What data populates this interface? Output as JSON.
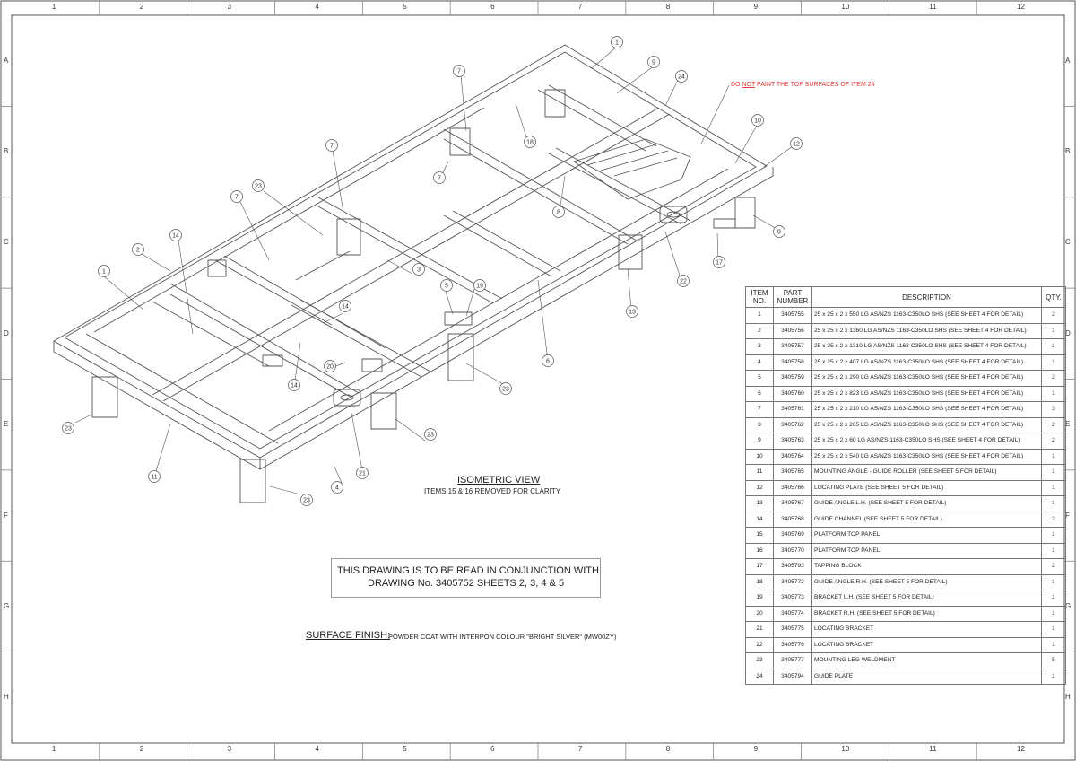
{
  "zones": {
    "columns": [
      "1",
      "2",
      "3",
      "4",
      "5",
      "6",
      "7",
      "8",
      "9",
      "10",
      "11",
      "12"
    ],
    "rows": [
      "A",
      "B",
      "C",
      "D",
      "E",
      "F",
      "G",
      "H"
    ]
  },
  "drawing": {
    "warning_note": "DO NOT PAINT THE TOP SURFACES OF ITEM 24",
    "warning_color": "#e53935",
    "view_title": "ISOMETRIC VIEW",
    "view_subtitle": "ITEMS 15 & 16 REMOVED FOR CLARITY",
    "read_note_line1": "THIS DRAWING IS TO BE READ IN CONJUNCTION WITH",
    "read_note_line2": "DRAWING No. 3405752 SHEETS 2, 3, 4 & 5",
    "surface_finish_label": "SURFACE FINISH:",
    "surface_finish_value": "POWDER COAT WITH INTERPON COLOUR \"BRIGHT SILVER\" (MW00ZY)",
    "balloons": [
      "1",
      "2",
      "3",
      "4",
      "5",
      "6",
      "7",
      "8",
      "9",
      "10",
      "11",
      "12",
      "13",
      "14",
      "17",
      "18",
      "19",
      "20",
      "21",
      "22",
      "23",
      "24"
    ]
  },
  "bom": {
    "headers": {
      "item_line1": "ITEM",
      "item_line2": "NO.",
      "part_line1": "PART",
      "part_line2": "NUMBER",
      "description": "DESCRIPTION",
      "qty": "QTY."
    },
    "rows": [
      {
        "item": "1",
        "part": "3405755",
        "desc": "25 x 25 x 2 x 550 LG AS/NZS 1163-C350LO SHS (SEE SHEET 4 FOR DETAIL)",
        "qty": "2"
      },
      {
        "item": "2",
        "part": "3405756",
        "desc": "25 x 25 x 2 x 1360 LG AS/NZS 1163-C350LO SHS (SEE SHEET 4 FOR DETAIL)",
        "qty": "1"
      },
      {
        "item": "3",
        "part": "3405757",
        "desc": "25 x 25 x 2 x 1310 LG AS/NZS 1163-C350LO SHS (SEE SHEET 4 FOR DETAIL)",
        "qty": "1"
      },
      {
        "item": "4",
        "part": "3405758",
        "desc": "25 x 25 x 2 x 407 LG AS/NZS 1163-C350LO SHS (SEE SHEET 4 FOR DETAIL)",
        "qty": "1"
      },
      {
        "item": "5",
        "part": "3405759",
        "desc": "25 x 25 x 2 x 290 LG AS/NZS 1163-C350LO SHS (SEE SHEET 4 FOR DETAIL)",
        "qty": "2"
      },
      {
        "item": "6",
        "part": "3405760",
        "desc": "25 x 25 x 2 x 823 LG AS/NZS 1163-C350LO SHS (SEE SHEET 4 FOR DETAIL)",
        "qty": "1"
      },
      {
        "item": "7",
        "part": "3405761",
        "desc": "25 x 25 x 2 x 210 LG AS/NZS 1163-C350LO SHS (SEE SHEET 4 FOR DETAIL)",
        "qty": "3"
      },
      {
        "item": "8",
        "part": "3405762",
        "desc": "25 x 25 x 2 x 265 LG AS/NZS 1163-C350LO SHS (SEE SHEET 4 FOR DETAIL)",
        "qty": "2"
      },
      {
        "item": "9",
        "part": "3405763",
        "desc": "25 x 25 x 2 x 60 LG AS/NZS 1163-C350LO SHS (SEE SHEET 4 FOR DETAIL)",
        "qty": "2"
      },
      {
        "item": "10",
        "part": "3405764",
        "desc": "25 x 25 x 2 x 540 LG AS/NZS 1163-C350LO SHS (SEE SHEET 4 FOR DETAIL)",
        "qty": "1"
      },
      {
        "item": "11",
        "part": "3405765",
        "desc": "MOUNTING ANGLE - GUIDE ROLLER (SEE SHEET 5 FOR DETAIL)",
        "qty": "1"
      },
      {
        "item": "12",
        "part": "3405766",
        "desc": "LOCATING PLATE (SEE SHEET 5 FOR DETAIL)",
        "qty": "1"
      },
      {
        "item": "13",
        "part": "3405767",
        "desc": "GUIDE ANGLE L.H. (SEE SHEET 5 FOR DETAIL)",
        "qty": "1"
      },
      {
        "item": "14",
        "part": "3405768",
        "desc": "GUIDE CHANNEL (SEE SHEET 5 FOR DETAIL)",
        "qty": "2"
      },
      {
        "item": "15",
        "part": "3405769",
        "desc": "PLATFORM TOP PANEL",
        "qty": "1"
      },
      {
        "item": "16",
        "part": "3405770",
        "desc": "PLATFORM TOP PANEL",
        "qty": "1"
      },
      {
        "item": "17",
        "part": "3405793",
        "desc": "TAPPING BLOCK",
        "qty": "2"
      },
      {
        "item": "18",
        "part": "3405772",
        "desc": "GUIDE ANGLE R.H. (SEE SHEET 5 FOR DETAIL)",
        "qty": "1"
      },
      {
        "item": "19",
        "part": "3405773",
        "desc": "BRACKET L.H. (SEE SHEET 5 FOR DETAIL)",
        "qty": "1"
      },
      {
        "item": "20",
        "part": "3405774",
        "desc": "BRACKET R.H. (SEE SHEET 5 FOR DETAIL)",
        "qty": "1"
      },
      {
        "item": "21",
        "part": "3405775",
        "desc": "LOCATING BRACKET",
        "qty": "1"
      },
      {
        "item": "22",
        "part": "3405776",
        "desc": "LOCATING BRACKET",
        "qty": "1"
      },
      {
        "item": "23",
        "part": "3405777",
        "desc": "MOUNTING LEG WELDMENT",
        "qty": "5"
      },
      {
        "item": "24",
        "part": "3405794",
        "desc": "GUIDE PLATE",
        "qty": "1"
      }
    ]
  }
}
